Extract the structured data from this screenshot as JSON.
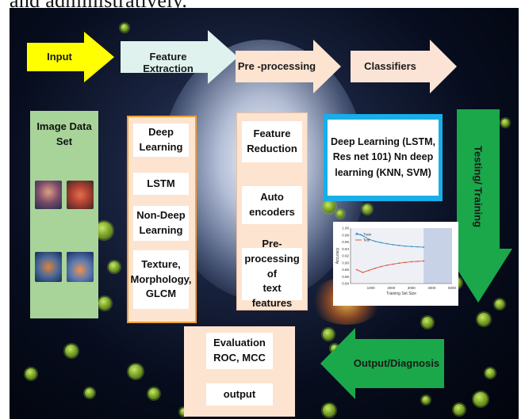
{
  "header_text": "and administratively.",
  "arrows": {
    "input": "Input",
    "feature_extraction": "Feature Extraction",
    "preprocessing": "Pre -processing",
    "classifiers": "Classifiers",
    "testing_training": "Testing/ Training",
    "output_diagnosis": "Output/Diagnosis"
  },
  "image_dataset": {
    "title_line1": "Image Data",
    "title_line2": "Set"
  },
  "feature_extraction_items": [
    {
      "line1": "Deep",
      "line2": "Learning"
    },
    {
      "line1": "LSTM",
      "line2": ""
    },
    {
      "line1": "Non-Deep",
      "line2": "Learning"
    },
    {
      "line1": "Texture,",
      "line2": "Morphology,",
      "line3": "GLCM"
    }
  ],
  "preprocessing_items": [
    {
      "line1": "Feature",
      "line2": "Reduction"
    },
    {
      "line1": "Auto",
      "line2": "encoders"
    },
    {
      "line1": "Pre-",
      "line2": "processing of",
      "line3": "text features"
    }
  ],
  "classifier_box": {
    "line1": "Deep Learning (LSTM,",
    "line2": "Res net 101) Nn deep",
    "line3": "learning (KNN, SVM)"
  },
  "evaluation": {
    "line1": "Evaluation",
    "line2": "ROC, MCC",
    "output": "output"
  },
  "colors": {
    "yellow": "#ffff00",
    "light_cyan": "#dff2ee",
    "peach": "#fde4d0",
    "light_pink": "#fbe4d6",
    "green": "#1aa84a",
    "blue": "#18aee8",
    "green_panel": "#a8d49a",
    "orange_border": "#f0a030"
  },
  "chart_data": {
    "type": "line",
    "xlabel": "Training Set Size",
    "ylabel": "Accuracy",
    "xlim": [
      0,
      5000
    ],
    "ylim": [
      0.84,
      1.0
    ],
    "xticks": [
      "1000",
      "2000",
      "3000",
      "4000",
      "5000"
    ],
    "yticks": [
      "1.00",
      "0.98",
      "0.96",
      "0.94",
      "0.92",
      "0.90",
      "0.88",
      "0.86",
      "0.84"
    ],
    "shaded_region": [
      3600,
      5000
    ],
    "series": [
      {
        "name": "Train",
        "color": "#3b8fc4",
        "x": [
          300,
          600,
          900,
          1200,
          1500,
          1800,
          2100,
          2400,
          2700,
          3000,
          3300,
          3600
        ],
        "y": [
          0.985,
          0.978,
          0.968,
          0.962,
          0.958,
          0.955,
          0.952,
          0.95,
          0.948,
          0.947,
          0.946,
          0.945
        ]
      },
      {
        "name": "Test",
        "color": "#e0583a",
        "x": [
          300,
          600,
          900,
          1200,
          1500,
          1800,
          2100,
          2400,
          2700,
          3000,
          3300,
          3600
        ],
        "y": [
          0.88,
          0.872,
          0.878,
          0.884,
          0.889,
          0.893,
          0.896,
          0.899,
          0.901,
          0.903,
          0.904,
          0.905
        ]
      }
    ]
  }
}
